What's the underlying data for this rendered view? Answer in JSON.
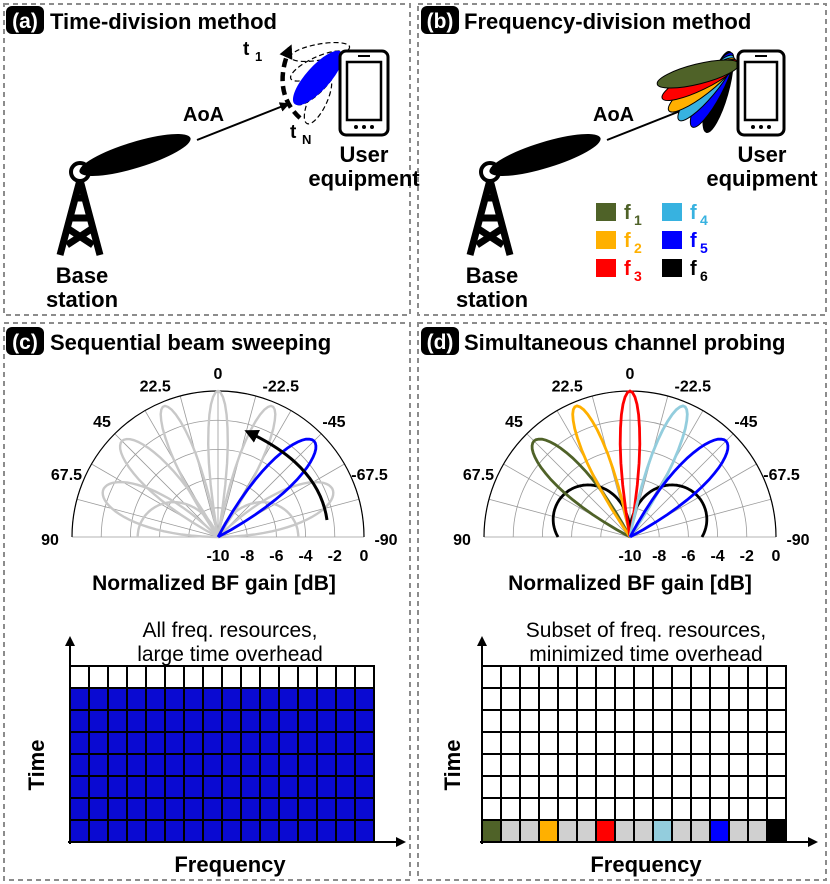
{
  "colors": {
    "olive": "#4f6228",
    "orange": "#ffb000",
    "red": "#ff0000",
    "lightblue": "#93cddd",
    "blue": "#0000ff",
    "black": "#000000",
    "gray": "#c8c8c8",
    "grid_blue": "#0a0ad2"
  },
  "panel_a": {
    "tag": "(a)",
    "title": "Time-division method",
    "aoa": "AoA",
    "t_first": "t",
    "t_first_sub": "1",
    "t_last": "t",
    "t_last_sub": "N",
    "user_line1": "User",
    "user_line2": "equipment",
    "base_line1": "Base",
    "base_line2": "station"
  },
  "panel_b": {
    "tag": "(b)",
    "title": "Frequency-division method",
    "aoa": "AoA",
    "user_line1": "User",
    "user_line2": "equipment",
    "base_line1": "Base",
    "base_line2": "station",
    "legend": [
      {
        "label": "f",
        "sub": "1",
        "color": "#4f6228"
      },
      {
        "label": "f",
        "sub": "2",
        "color": "#ffb000"
      },
      {
        "label": "f",
        "sub": "3",
        "color": "#ff0000"
      },
      {
        "label": "f",
        "sub": "4",
        "color": "#37b2e0"
      },
      {
        "label": "f",
        "sub": "5",
        "color": "#0000ff"
      },
      {
        "label": "f",
        "sub": "6",
        "color": "#000000"
      }
    ]
  },
  "panel_c": {
    "tag": "(c)",
    "title": "Sequential beam sweeping",
    "angle_labels": [
      "90",
      "67.5",
      "45",
      "22.5",
      "0",
      "-22.5",
      "-45",
      "-67.5",
      "-90"
    ],
    "radial_labels": [
      "-10",
      "-8",
      "-6",
      "-4",
      "-2",
      "0"
    ],
    "xlabel": "Normalized BF gain [dB]",
    "grid_caption_line1": "All freq. resources,",
    "grid_caption_line2": "large time overhead",
    "grid_xlabel": "Frequency",
    "grid_ylabel": "Time"
  },
  "panel_d": {
    "tag": "(d)",
    "title": "Simultaneous channel probing",
    "angle_labels": [
      "90",
      "67.5",
      "45",
      "22.5",
      "0",
      "-22.5",
      "-45",
      "-67.5",
      "-90"
    ],
    "radial_labels": [
      "-10",
      "-8",
      "-6",
      "-4",
      "-2",
      "0"
    ],
    "xlabel": "Normalized BF gain [dB]",
    "grid_caption_line1": "Subset of freq. resources,",
    "grid_caption_line2": "minimized time overhead",
    "grid_xlabel": "Frequency",
    "grid_ylabel": "Time"
  }
}
